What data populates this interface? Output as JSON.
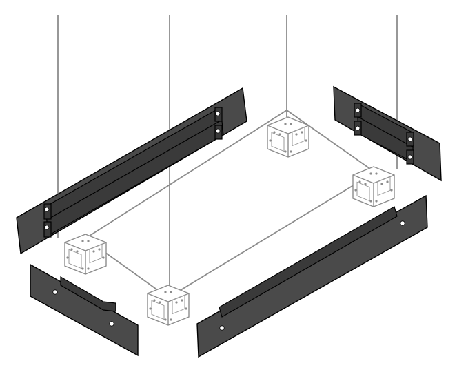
{
  "figure": {
    "background": "#ffffff",
    "colors": {
      "panel_fill": "#4a4a4a",
      "panel_edge": "#000000",
      "frame_line": "#8c8c8c",
      "corner_fill": "#ffffff",
      "corner_stroke": "#8c8c8c",
      "hole_fill": "#ffffff"
    },
    "parts": {
      "vertical_posts": 4,
      "corner_brackets": 4,
      "plinth_panels": 4
    }
  }
}
